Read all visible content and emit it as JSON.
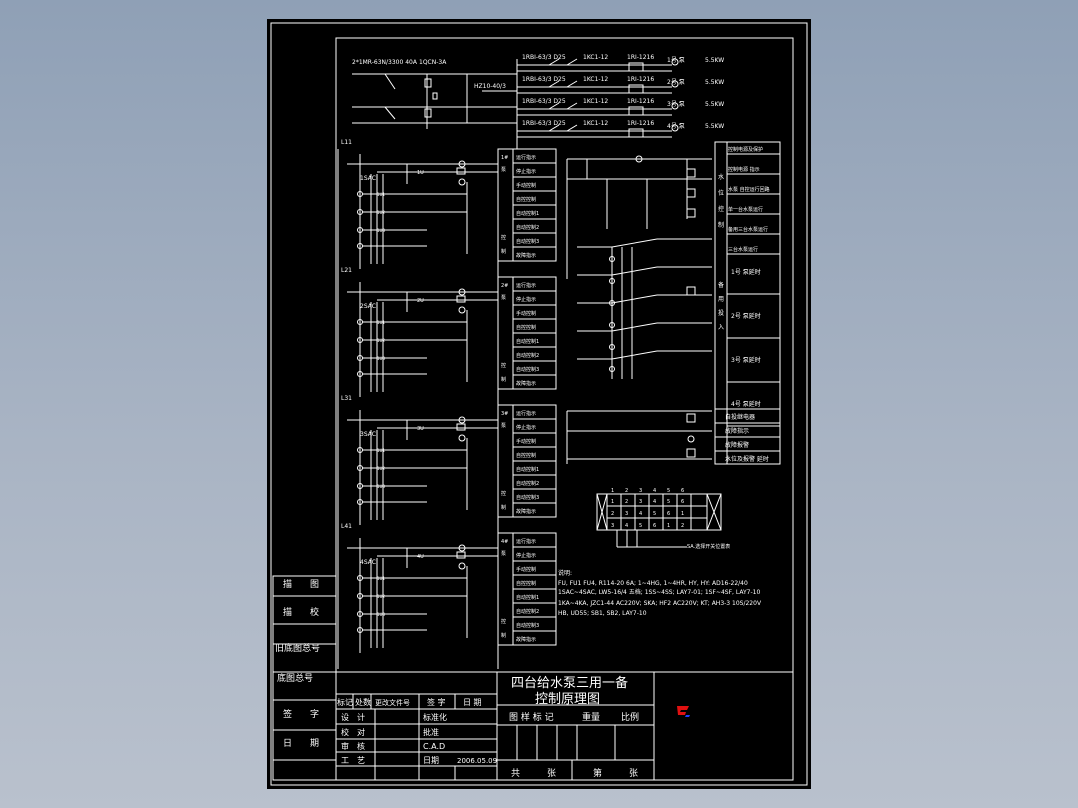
{
  "colors": {
    "background": "#000000",
    "line": "#ffffff",
    "logo_red": "#e01010",
    "logo_blue": "#2040ff",
    "page_bg": "#9aa8ba"
  },
  "top": {
    "main_breaker": "2*1MR-63N/3300 40A",
    "switch_1": "1QCN-3A",
    "switch_2": "HZ10-40/3",
    "rows": [
      {
        "breaker": "1RBI-63/3 D25",
        "contactor": "1KC1-12",
        "relay": "1RI-1216",
        "pump": "1号 泵",
        "power": "5.5KW"
      },
      {
        "breaker": "1RBI-63/3 D25",
        "contactor": "1KC1-12",
        "relay": "1RI-1216",
        "pump": "2号 泵",
        "power": "5.5KW"
      },
      {
        "breaker": "1RBI-63/3 D25",
        "contactor": "1KC1-12",
        "relay": "1RI-1216",
        "pump": "3号 泵",
        "power": "5.5KW"
      },
      {
        "breaker": "1RBI-63/3 D25",
        "contactor": "1KC1-12",
        "relay": "1RI-1216",
        "pump": "4号 泵",
        "power": "5.5KW"
      }
    ]
  },
  "pump_blocks": [
    {
      "line": "L11",
      "node": "1U",
      "selector": "1SAC",
      "side": "1#",
      "side_b": "泵"
    },
    {
      "line": "L21",
      "node": "2U",
      "selector": "2SAC",
      "side": "2#",
      "side_b": "泵"
    },
    {
      "line": "L31",
      "node": "3U",
      "selector": "3SAC",
      "side": "3#",
      "side_b": "泵"
    },
    {
      "line": "L41",
      "node": "4U",
      "selector": "4SAC",
      "side": "4#",
      "side_b": "泵"
    }
  ],
  "block_table": [
    "运行指示",
    "停止指示",
    "手动控制",
    "自控控制",
    "自动控制1",
    "自动控制2",
    "自动控制3",
    "故障指示"
  ],
  "block_side_labels": [
    "控",
    "制"
  ],
  "right_section": {
    "header": [
      "控制电源及保护",
      "控制电源 指示",
      "水泵 自控运行回路",
      "单一台水泵运行",
      "备用三台水泵运行",
      "三台水泵运行"
    ],
    "side_labels": [
      "水",
      "位",
      "控",
      "制"
    ],
    "timers": [
      "1号 泵延时",
      "2号 泵延时",
      "3号 泵延时",
      "4号 泵延时"
    ],
    "standby_side": [
      "备",
      "用",
      "投",
      "入"
    ],
    "bottom_rows": [
      "自投继电器",
      "故障指示",
      "故障报警",
      "水位及报警 延时"
    ]
  },
  "switch_table": {
    "header": [
      "1",
      "2",
      "3",
      "4",
      "5",
      "6"
    ],
    "rows": [
      [
        "1",
        "2",
        "3",
        "4",
        "5",
        "6"
      ],
      [
        "2",
        "3",
        "4",
        "5",
        "6",
        "1"
      ],
      [
        "3",
        "4",
        "5",
        "6",
        "1",
        "2"
      ]
    ],
    "caption": "SA.选择开关位置表"
  },
  "notes": {
    "title": "说明:",
    "lines": [
      "FU, FU1 FU4, R114-20 6A; 1~4HG, 1~4HR, HY, HY: AD16-22/40",
      "1SAC~4SAC, LW5-16/4 五档; 1SS~4SS; LAY7-01; 1SF~4SF, LAY7-10",
      "1KA~4KA, JZC1-44 AC220V; SKA; HF2 AC220V; KT; AH3-3 10S/220V",
      "HB, UD55; SB1, SB2, LAY7-10"
    ]
  },
  "title_block": {
    "title_line1": "四台给水泵三用一备",
    "title_line2": "控制原理图",
    "left_col": [
      "描　　图",
      "描　　校",
      "旧底图总号",
      "底图总号",
      "签　　字",
      "日　　期"
    ],
    "hdr_row": [
      "标记",
      "处数",
      "更改文件号",
      "签 字",
      "日 期"
    ],
    "role_rows": [
      {
        "role": "设　计",
        "field": "标准化"
      },
      {
        "role": "校　对",
        "field": "批准"
      },
      {
        "role": "审　核",
        "field": "C.A.D"
      },
      {
        "role": "工　艺",
        "field": "日期",
        "date": "2006.05.09"
      }
    ],
    "attr_labels": [
      "图 样 标 记",
      "重量",
      "比例"
    ],
    "sheet_total": "共",
    "sheet_unit": "张",
    "sheet_index": "第",
    "sheet_unit2": "张"
  }
}
